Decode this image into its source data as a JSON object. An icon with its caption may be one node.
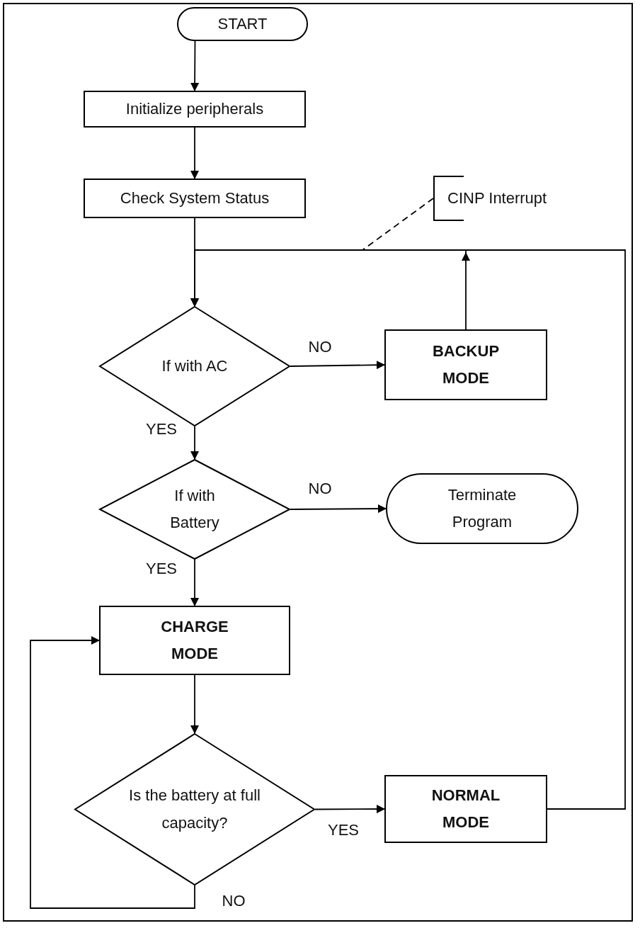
{
  "diagram": {
    "nodes": [
      {
        "text": [
          "START"
        ]
      },
      {
        "text": [
          "Initialize peripherals"
        ]
      },
      {
        "text": [
          "Check System Status"
        ]
      },
      {
        "text": [
          "CINP Interrupt"
        ]
      },
      {
        "text": [
          "If with AC"
        ]
      },
      {
        "text": [
          "BACKUP MODE"
        ]
      },
      {
        "text": [
          "If with Battery"
        ]
      },
      {
        "text": [
          "Terminate Program"
        ]
      },
      {
        "text": [
          "CHARGE MODE"
        ]
      },
      {
        "text": [
          "Is the battery at full capacity?"
        ]
      },
      {
        "text": [
          "NORMAL MODE"
        ]
      }
    ],
    "edges": [
      {
        "from": 0,
        "to": 1,
        "arrow": "to"
      },
      {
        "from": 1,
        "to": 2,
        "arrow": "to"
      },
      {
        "from": 2,
        "to": 4,
        "arrow": "to"
      },
      {
        "from": 4,
        "to": 5,
        "arrow": "to",
        "label": "NO"
      },
      {
        "from": 4,
        "to": 6,
        "arrow": "to",
        "label": "YES"
      },
      {
        "from": 6,
        "to": 7,
        "arrow": "to",
        "label": "NO"
      },
      {
        "from": 6,
        "to": 8,
        "arrow": "to",
        "label": "YES"
      },
      {
        "from": 8,
        "to": 9,
        "arrow": "to"
      },
      {
        "from": 9,
        "to": 10,
        "arrow": "to",
        "label": "YES"
      },
      {
        "from": 9,
        "to": 8,
        "arrow": "to",
        "label": "NO"
      },
      {
        "from": 5,
        "to": 4,
        "arrow": "to"
      },
      {
        "from": 10,
        "to": 4,
        "arrow": "to"
      },
      {
        "from": 3,
        "to": null,
        "arrow": "none",
        "style": "dashed"
      }
    ]
  }
}
